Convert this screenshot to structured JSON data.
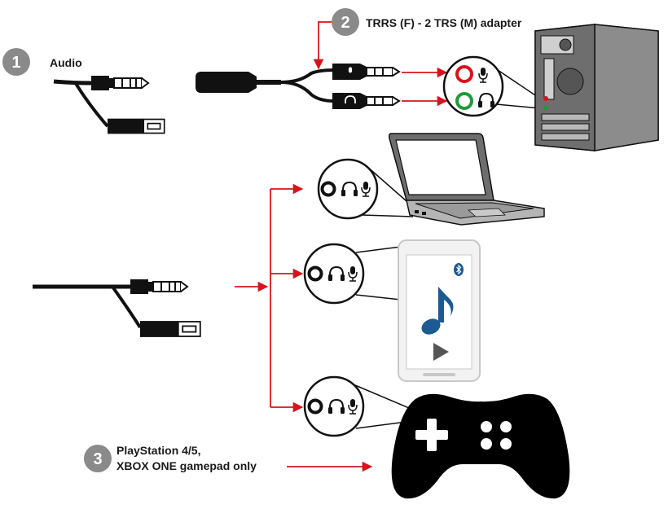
{
  "steps": [
    {
      "number": "1",
      "label": "Audio"
    },
    {
      "number": "2",
      "label": "TRRS (F) - 2 TRS (M) adapter"
    },
    {
      "number": "3",
      "label_line1": "PlayStation 4/5,",
      "label_line2": "XBOX ONE gamepad only"
    }
  ],
  "colors": {
    "arrow": "#d7141b",
    "badge": "#8a8a8a",
    "cable": "#111111",
    "mic_jack": "#d7141b",
    "headphone_jack": "#1f9a3a",
    "phone_accent": "#1c5a93",
    "gamepad": "#000000"
  },
  "icons": [
    "microphone-icon",
    "headphone-icon",
    "bluetooth-icon",
    "music-note-icon",
    "play-icon"
  ]
}
